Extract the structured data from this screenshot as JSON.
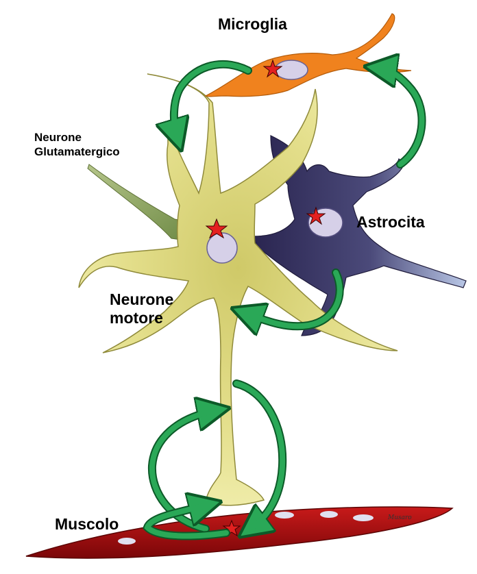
{
  "labels": {
    "microglia": "Microglia",
    "glutamatergic_neuron_line1": "Neurone",
    "glutamatergic_neuron_line2": "Glutamatergico",
    "astrocyte": "Astrocita",
    "motor_neuron_line1": "Neurone",
    "motor_neuron_line2": "motore",
    "muscle": "Muscolo"
  },
  "signature": "Musaro",
  "colors": {
    "motor_neuron": "#e8e58c",
    "motor_neuron_outline": "#8f8a3a",
    "microglia": "#f0821e",
    "astrocyte": "#3a3560",
    "astrocyte_light": "#aab8da",
    "glutamatergic_neuron": "#8ea060",
    "muscle": "#a80e10",
    "arrow": "#1a9a4a",
    "star": "#e32020",
    "nucleus": "#d6d0e8"
  }
}
